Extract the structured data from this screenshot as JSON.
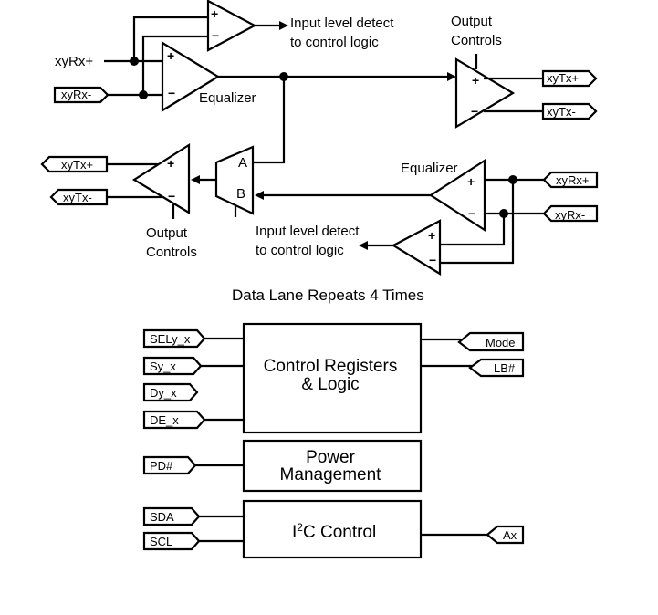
{
  "title": "Data Lane Repeats 4 Times",
  "upper_lane": {
    "rx_inputs": {
      "pos": "xyRx+",
      "neg": "xyRx-"
    },
    "detect_label": [
      "Input level detect",
      "to control logic"
    ],
    "equalizer_label": "Equalizer",
    "output_controls_label": [
      "Output",
      "Controls"
    ],
    "tx_outputs": {
      "pos": "xyTx+",
      "neg": "xyTx-"
    },
    "amp_signs": {
      "plus": "+",
      "minus": "−"
    }
  },
  "lower_lane": {
    "rx_inputs": {
      "pos": "xyRx+",
      "neg": "xyRx-"
    },
    "detect_label": [
      "Input level detect",
      "to control logic"
    ],
    "equalizer_label": "Equalizer",
    "output_controls_label": [
      "Output",
      "Controls"
    ],
    "tx_outputs": {
      "pos": "xyTx+",
      "neg": "xyTx-"
    },
    "mux_inputs": {
      "a": "A",
      "b": "B"
    }
  },
  "control_block": {
    "label": [
      "Control Registers",
      "& Logic"
    ],
    "inputs": [
      "SELy_x",
      "Sy_x",
      "Dy_x",
      "DE_x"
    ],
    "outputs": [
      "Mode",
      "LB#"
    ]
  },
  "power_block": {
    "label": [
      "Power",
      "Management"
    ],
    "inputs": [
      "PD#"
    ]
  },
  "i2c_block": {
    "label_main": "I",
    "label_sup": "2",
    "label_rest": "C Control",
    "inputs": [
      "SDA",
      "SCL"
    ],
    "outputs": [
      "Ax"
    ]
  }
}
